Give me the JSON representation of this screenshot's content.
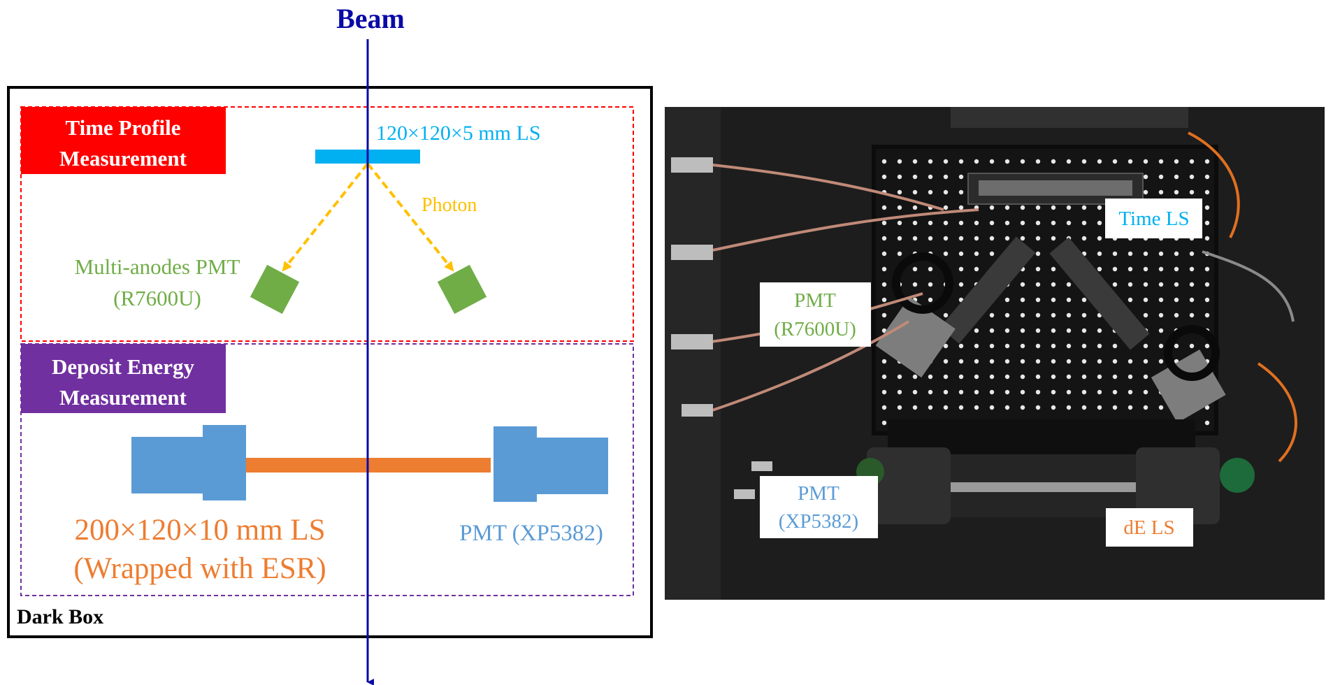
{
  "colors": {
    "beam": "#0a0aa6",
    "time_red": "#ff0000",
    "deposit_purple": "#7030a0",
    "ls_cyan": "#00b0f0",
    "photon_orange": "#ffc000",
    "pmt_green": "#70ad47",
    "pmt_blue": "#5b9bd5",
    "dE_orange": "#ed7d31"
  },
  "schematic": {
    "beam_label": "Beam",
    "time_profile": {
      "title_line1": "Time Profile",
      "title_line2": "Measurement"
    },
    "time_ls_label": "120×120×5 mm LS",
    "photon_label": "Photon",
    "ma_pmt_line1": "Multi-anodes PMT",
    "ma_pmt_line2": "(R7600U)",
    "deposit": {
      "title_line1": "Deposit Energy",
      "title_line2": "Measurement"
    },
    "dE_ls_line1": "200×120×10 mm LS",
    "dE_ls_line2": "(Wrapped with ESR)",
    "xp_pmt_label": "PMT (XP5382)",
    "dark_box_label": "Dark Box"
  },
  "photo": {
    "time_ls": "Time LS",
    "pmt_r7600_line1": "PMT",
    "pmt_r7600_line2": "(R7600U)",
    "pmt_xp_line1": "PMT",
    "pmt_xp_line2": "(XP5382)",
    "de_ls": "dE LS"
  }
}
